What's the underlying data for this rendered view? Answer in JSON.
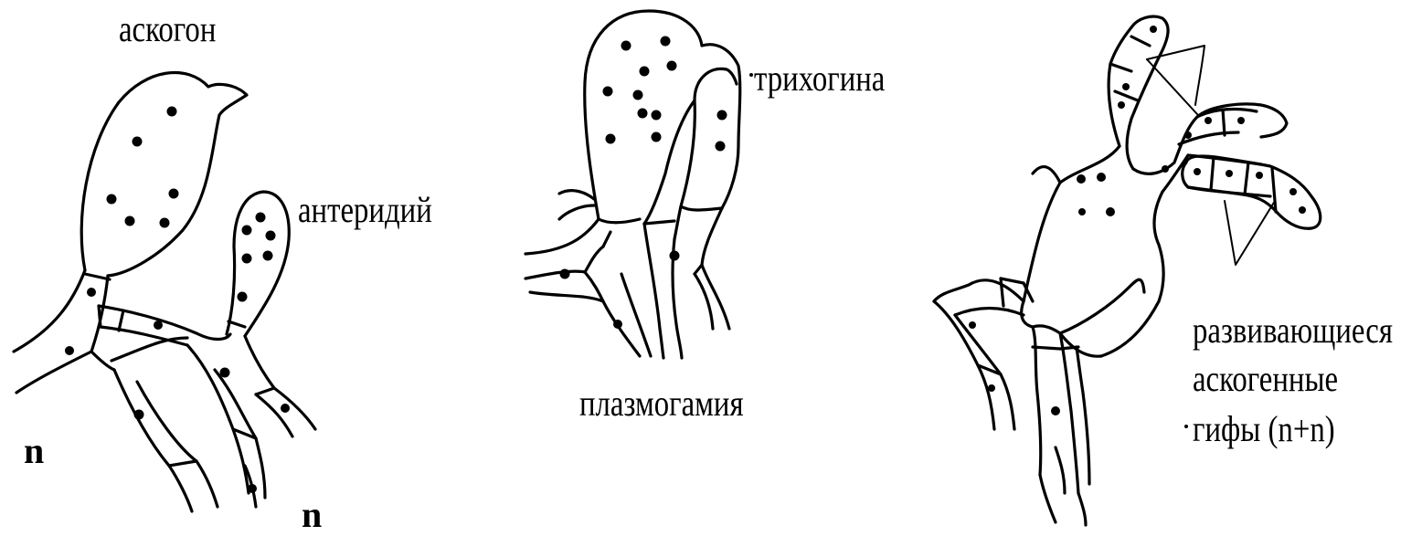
{
  "labels": {
    "ascogon": "аскогон",
    "antheridium": "антеридий",
    "trichogyne": "трихогина",
    "plasmogamy": "плазмогамия",
    "developing_line1": "развивающиеся",
    "developing_line2": "аскогенные",
    "developing_line3": "гифы (n+n)",
    "ploidy_left": "n",
    "ploidy_bottom": "n"
  }
}
